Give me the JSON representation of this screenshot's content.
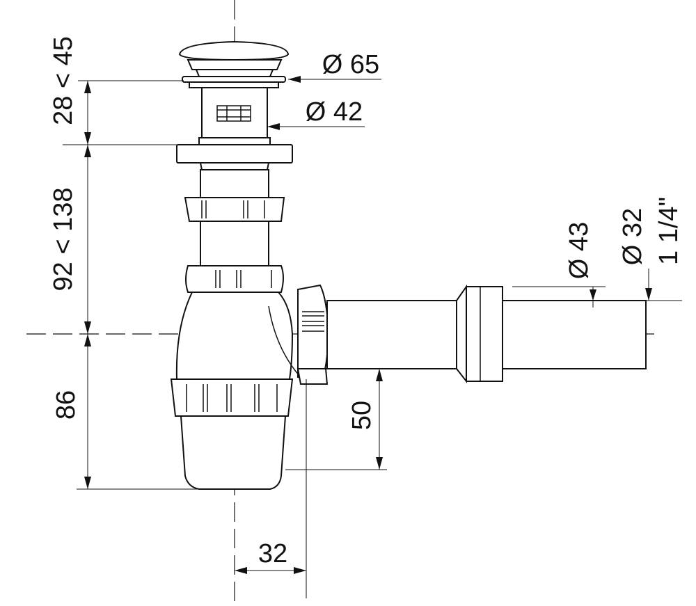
{
  "drawing": {
    "dimensions": {
      "cap_diameter": "Ø 65",
      "body_diameter": "Ø 42",
      "pop_up_height": "28 < 45",
      "column_height": "92 < 138",
      "trap_depth": "86",
      "outlet_drop": "50",
      "outlet_offset": "32",
      "outlet_diameter_outer": "Ø 43",
      "outlet_diameter_inner": "Ø 32",
      "thread_size": "1 1/4\""
    }
  }
}
